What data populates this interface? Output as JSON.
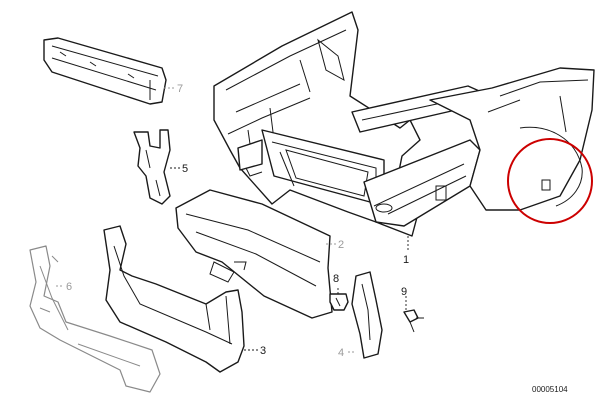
{
  "diagram": {
    "document_number": "00005104",
    "highlight_color": "#cc0000",
    "callouts": {
      "c1": "1",
      "c2": "2",
      "c3": "3",
      "c4": "4",
      "c5": "5",
      "c6": "6",
      "c7": "7",
      "c8": "8",
      "c9": "9"
    }
  }
}
